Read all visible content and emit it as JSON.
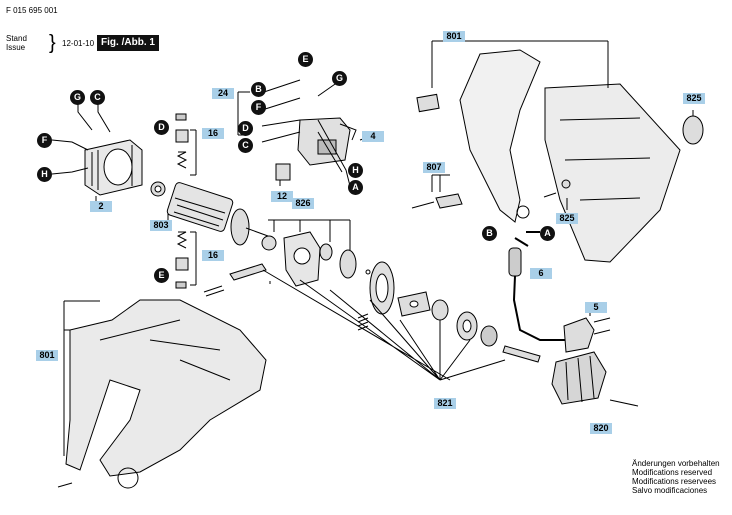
{
  "header": {
    "doc_number": "F 015 695 001",
    "stand_label": "Stand",
    "issue_label": "Issue",
    "date": "12-01-10",
    "figure": "Fig. /Abb. 1"
  },
  "part_numbers": {
    "p801_top": "801",
    "p825": "825",
    "p825_screw": "825",
    "p24": "24",
    "p4": "4",
    "p12": "12",
    "p16_top": "16",
    "p16_bottom": "16",
    "p2": "2",
    "p803": "803",
    "p826": "826",
    "p807": "807",
    "p6": "6",
    "p5": "5",
    "p801_left": "801",
    "p821": "821",
    "p820": "820"
  },
  "connectors": {
    "g_left": "G",
    "c_left": "C",
    "f_left": "F",
    "h_left": "H",
    "e_top": "E",
    "b_top": "B",
    "g_top": "G",
    "f_mid": "F",
    "d_mid": "D",
    "c_mid": "C",
    "h_mid": "H",
    "a_mid": "A",
    "d_brush": "D",
    "e_brush": "E",
    "b_cable": "B",
    "a_cable": "A"
  },
  "notes": [
    "Änderungen vorbehalten",
    "Modifications reserved",
    "Modifications reservees",
    "Salvo modificaciones"
  ]
}
